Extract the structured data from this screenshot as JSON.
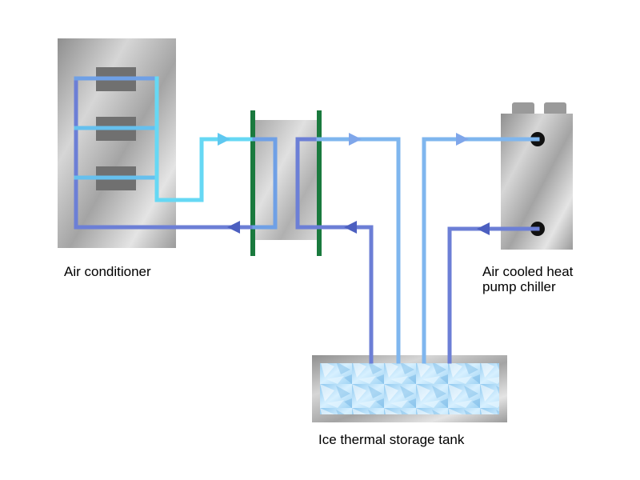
{
  "labels": {
    "air_conditioner": "Air conditioner",
    "chiller_line1": "Air cooled heat",
    "chiller_line2": "pump chiller",
    "tank": "Ice thermal storage tank"
  },
  "colors": {
    "background": "#ffffff",
    "pipe_warm": "#6c7fd6",
    "pipe_cool": "#66d8f4",
    "housing": "#b8b8b8",
    "exchanger_plate": "#1a7a3e",
    "ice": "#a9d8f5",
    "arrow": "#4c5fc0",
    "label_text": "#000000"
  },
  "icons": [
    "flow-arrow-icon",
    "pipe-connector-icon"
  ]
}
